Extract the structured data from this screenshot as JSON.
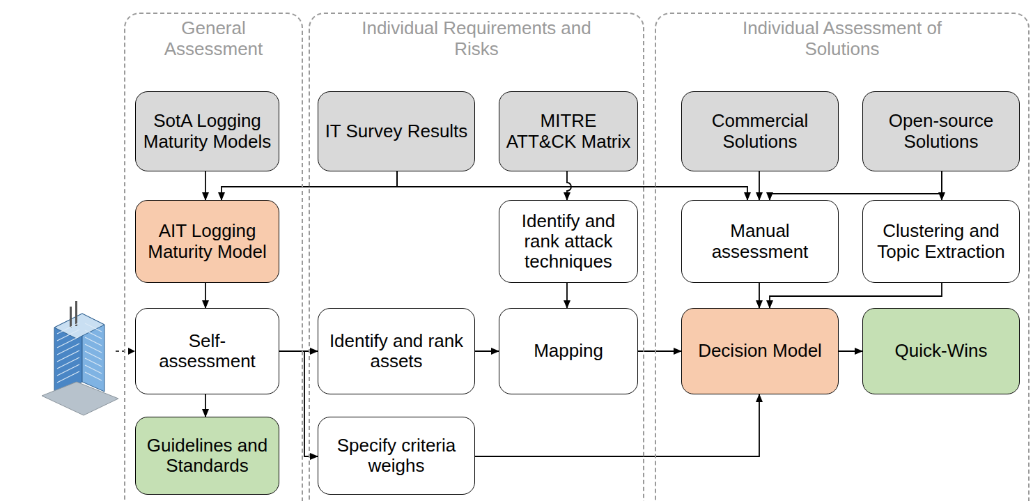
{
  "diagram": {
    "nodes": [
      {
        "text": [
          "General Assessment"
        ]
      },
      {
        "text": [
          "SotA Logging Maturity Models"
        ],
        "in": 0
      },
      {
        "text": [
          "AIT Logging Maturity Model"
        ],
        "in": 0
      },
      {
        "text": [
          "Self-assessment"
        ],
        "in": 0
      },
      {
        "text": [
          "Guidelines and Standards"
        ],
        "in": 0
      },
      {
        "text": [
          "Individual Requirements and Risks"
        ]
      },
      {
        "text": [
          "IT Survey Results"
        ],
        "in": 5
      },
      {
        "text": [
          "MITRE ATT&CK Matrix"
        ],
        "in": 5
      },
      {
        "text": [
          "Identify and rank attack techniques"
        ],
        "in": 5
      },
      {
        "text": [
          "Identify and rank assets"
        ],
        "in": 5
      },
      {
        "text": [
          "Mapping"
        ],
        "in": 5
      },
      {
        "text": [
          "Specify criteria weighs"
        ],
        "in": 5
      },
      {
        "text": [
          "Individual Assessment of Solutions"
        ]
      },
      {
        "text": [
          "Commercial Solutions"
        ],
        "in": 12
      },
      {
        "text": [
          "Open-source Solutions"
        ],
        "in": 12
      },
      {
        "text": [
          "Manual assessment"
        ],
        "in": 12
      },
      {
        "text": [
          "Clustering and Topic Extraction"
        ],
        "in": 12
      },
      {
        "text": [
          "Decision Model"
        ],
        "in": 12
      },
      {
        "text": [
          "Quick-Wins"
        ],
        "in": 12
      }
    ],
    "edges": [
      {
        "from": 1,
        "to": 2,
        "arrow": "to"
      },
      {
        "from": 6,
        "to": 2,
        "arrow": "to"
      },
      {
        "from": 6,
        "to": 15,
        "arrow": "to"
      },
      {
        "from": 7,
        "to": 8,
        "arrow": "to"
      },
      {
        "from": 13,
        "to": 15,
        "arrow": "to"
      },
      {
        "from": 14,
        "to": 15,
        "arrow": "to"
      },
      {
        "from": 14,
        "to": 16,
        "arrow": "to"
      },
      {
        "from": 2,
        "to": 3,
        "arrow": "to"
      },
      {
        "from": 3,
        "to": 4,
        "arrow": "to"
      },
      {
        "from": 3,
        "to": 9,
        "arrow": "to"
      },
      {
        "from": 3,
        "to": 11,
        "arrow": "to"
      },
      {
        "from": 9,
        "to": 10,
        "arrow": "to"
      },
      {
        "from": 8,
        "to": 10,
        "arrow": "to"
      },
      {
        "from": 10,
        "to": 17,
        "arrow": "to"
      },
      {
        "from": 15,
        "to": 17,
        "arrow": "to"
      },
      {
        "from": 16,
        "to": 17,
        "arrow": "to"
      },
      {
        "from": 11,
        "to": 17,
        "arrow": "to"
      },
      {
        "from": 17,
        "to": 18,
        "arrow": "to"
      }
    ]
  }
}
